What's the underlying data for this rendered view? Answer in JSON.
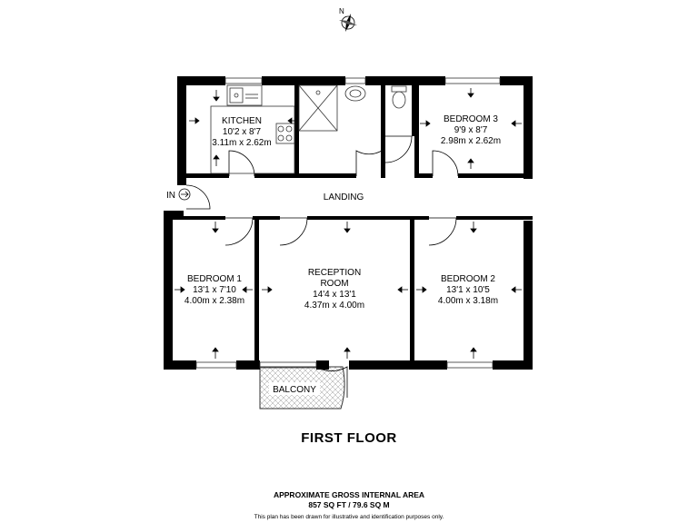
{
  "compass": {
    "letter": "N"
  },
  "entrance_label": "IN",
  "rooms": {
    "kitchen": {
      "name": "KITCHEN",
      "imperial": "10'2 x 8'7",
      "metric": "3.11m x 2.62m"
    },
    "bedroom3": {
      "name": "BEDROOM 3",
      "imperial": "9'9 x 8'7",
      "metric": "2.98m x 2.62m"
    },
    "landing": {
      "name": "LANDING"
    },
    "bedroom1": {
      "name": "BEDROOM 1",
      "imperial": "13'1 x 7'10",
      "metric": "4.00m x 2.38m"
    },
    "reception": {
      "name_line1": "RECEPTION",
      "name_line2": "ROOM",
      "imperial": "14'4 x 13'1",
      "metric": "4.37m x 4.00m"
    },
    "bedroom2": {
      "name": "BEDROOM 2",
      "imperial": "13'1 x 10'5",
      "metric": "4.00m x 3.18m"
    },
    "balcony": {
      "name": "BALCONY"
    }
  },
  "floor_title": "FIRST FLOOR",
  "area": {
    "heading": "APPROXIMATE GROSS INTERNAL AREA",
    "value": "857 SQ FT / 79.6 SQ M"
  },
  "disclaimer": "This plan has been drawn for illustrative and identification purposes only."
}
